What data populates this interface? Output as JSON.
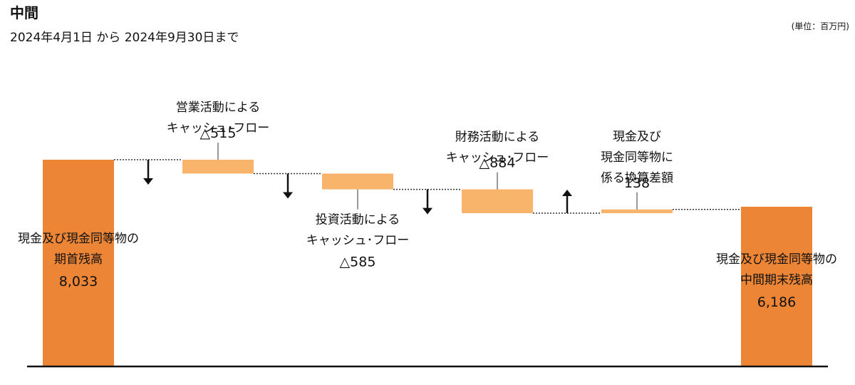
{
  "header": {
    "title": "中間",
    "period": "2024年4月1日 から 2024年9月30日まで",
    "unit": "(単位：百万円)"
  },
  "chart_data": {
    "type": "bar",
    "subtype": "waterfall",
    "unit": "百万円",
    "steps": [
      {
        "kind": "total",
        "label_lines": [
          "現金及び現金同等物の",
          "期首残高"
        ],
        "value_label": "8,033",
        "value": 8033
      },
      {
        "kind": "delta",
        "label_lines": [
          "営業活動による",
          "キャッシュ･フロー"
        ],
        "value_label": "△515",
        "value": -515
      },
      {
        "kind": "delta",
        "label_lines": [
          "投資活動による",
          "キャッシュ･フロー"
        ],
        "value_label": "△585",
        "value": -585
      },
      {
        "kind": "delta",
        "label_lines": [
          "財務活動による",
          "キャッシュ･フロー"
        ],
        "value_label": "△884",
        "value": -884
      },
      {
        "kind": "delta",
        "label_lines": [
          "現金及び",
          "現金同等物に",
          "係る換算差額"
        ],
        "value_label": "138",
        "value": 138
      },
      {
        "kind": "total",
        "label_lines": [
          "現金及び現金同等物の",
          "中間期末残高"
        ],
        "value_label": "6,186",
        "value": 6186
      }
    ],
    "colors": {
      "total": "#ED8537",
      "delta": "#F8B46B",
      "arrow": "#111111",
      "connector": "#333333",
      "baseline": "#111111"
    }
  }
}
